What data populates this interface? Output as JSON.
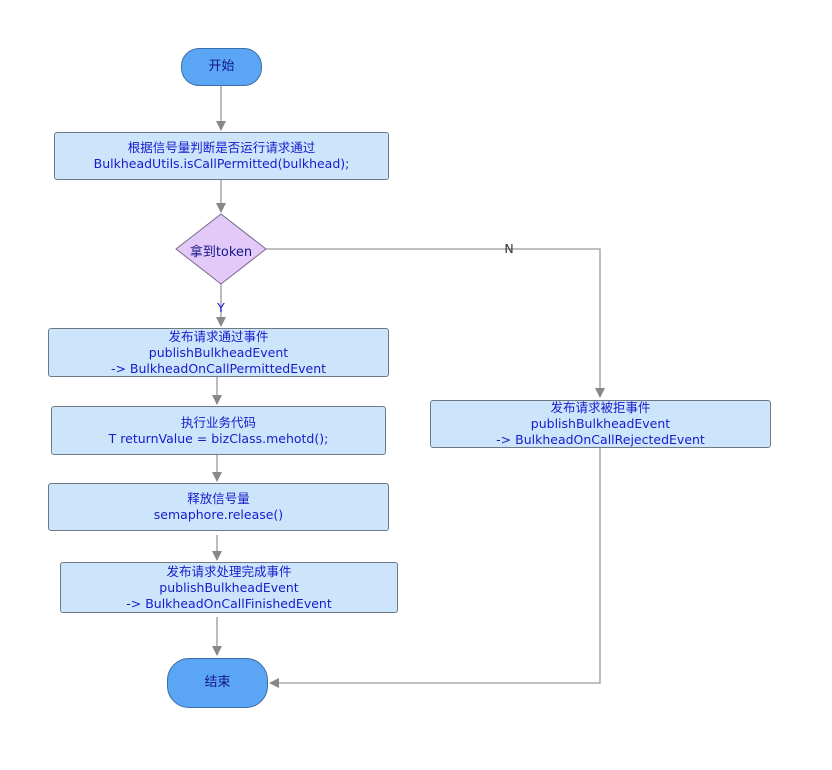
{
  "nodes": {
    "start": "开始",
    "check": {
      "line1": "根据信号量判断是否运行请求通过",
      "line2": "BulkheadUtils.isCallPermitted(bulkhead);"
    },
    "decision": "拿到token",
    "permitted": {
      "line1": "发布请求通过事件",
      "line2": "publishBulkheadEvent",
      "line3": "-> BulkheadOnCallPermittedEvent"
    },
    "execute": {
      "line1": "执行业务代码",
      "line2": "T returnValue = bizClass.mehotd();"
    },
    "release": {
      "line1": "释放信号量",
      "line2": "semaphore.release()"
    },
    "finished": {
      "line1": "发布请求处理完成事件",
      "line2": "publishBulkheadEvent",
      "line3": "-> BulkheadOnCallFinishedEvent"
    },
    "rejected": {
      "line1": "发布请求被拒事件",
      "line2": "publishBulkheadEvent",
      "line3": "-> BulkheadOnCallRejectedEvent"
    },
    "end": "结束"
  },
  "edge_labels": {
    "yes": "Y",
    "no": "N"
  },
  "colors": {
    "terminal_fill": "#5aa6f5",
    "process_fill": "#cce5fb",
    "decision_fill": "#e3c9f7",
    "connector": "#888888",
    "text": "#1a1acc"
  }
}
